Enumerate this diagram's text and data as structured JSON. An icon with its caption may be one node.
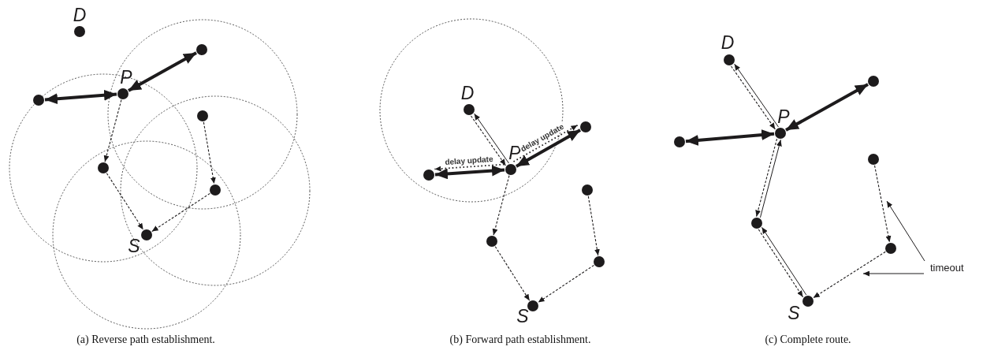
{
  "diagram": {
    "nodes": [
      {
        "text": [
          "D"
        ]
      },
      {
        "text": [],
        "shape": "circle"
      },
      {
        "text": [],
        "shape": "circle"
      },
      {
        "text": [
          "P"
        ]
      },
      {
        "text": [],
        "shape": "circle"
      },
      {
        "text": [],
        "shape": "circle"
      },
      {
        "text": [],
        "shape": "circle"
      },
      {
        "text": [
          "S"
        ]
      },
      {
        "text": [
          "D"
        ]
      },
      {
        "text": [],
        "shape": "circle"
      },
      {
        "text": [
          "P"
        ]
      },
      {
        "text": [],
        "shape": "circle"
      },
      {
        "text": [],
        "shape": "circle"
      },
      {
        "text": [],
        "shape": "circle"
      },
      {
        "text": [],
        "shape": "circle"
      },
      {
        "text": [
          "S"
        ]
      },
      {
        "text": [
          "D"
        ]
      },
      {
        "text": [],
        "shape": "circle"
      },
      {
        "text": [
          "P"
        ]
      },
      {
        "text": [],
        "shape": "circle"
      },
      {
        "text": [],
        "shape": "circle"
      },
      {
        "text": [],
        "shape": "circle"
      },
      {
        "text": [],
        "shape": "circle"
      },
      {
        "text": [
          "S"
        ]
      },
      {
        "text": [
          "timeout"
        ]
      }
    ],
    "edges": [
      {
        "from": 3,
        "to": 2,
        "arrow": "both",
        "style": "thick"
      },
      {
        "from": 3,
        "to": 1,
        "arrow": "both",
        "style": "thick"
      },
      {
        "from": 3,
        "to": 5,
        "arrow": "to",
        "style": "dashed"
      },
      {
        "from": 5,
        "to": 7,
        "arrow": "to",
        "style": "dashed"
      },
      {
        "from": 4,
        "to": 6,
        "arrow": "to",
        "style": "dashed"
      },
      {
        "from": 6,
        "to": 7,
        "arrow": "to",
        "style": "dashed"
      },
      {
        "from": 10,
        "to": 11,
        "arrow": "both",
        "style": "thick"
      },
      {
        "from": 10,
        "to": 11,
        "arrow": "to",
        "style": "dashed",
        "label": "delay update"
      },
      {
        "from": 10,
        "to": 9,
        "arrow": "both",
        "style": "thick"
      },
      {
        "from": 10,
        "to": 9,
        "arrow": "to",
        "style": "dashed",
        "label": "delay update"
      },
      {
        "from": 8,
        "to": 10,
        "arrow": "to",
        "style": "dashed"
      },
      {
        "from": 10,
        "to": 8,
        "arrow": "to"
      },
      {
        "from": 10,
        "to": 13,
        "arrow": "to",
        "style": "dashed"
      },
      {
        "from": 13,
        "to": 15,
        "arrow": "to",
        "style": "dashed"
      },
      {
        "from": 12,
        "to": 14,
        "arrow": "to",
        "style": "dashed"
      },
      {
        "from": 14,
        "to": 15,
        "arrow": "to",
        "style": "dashed"
      },
      {
        "from": 18,
        "to": 19,
        "arrow": "both",
        "style": "thick"
      },
      {
        "from": 18,
        "to": 17,
        "arrow": "both",
        "style": "thick"
      },
      {
        "from": 16,
        "to": 18,
        "arrow": "to",
        "style": "dashed"
      },
      {
        "from": 18,
        "to": 16,
        "arrow": "to"
      },
      {
        "from": 18,
        "to": 21,
        "arrow": "to",
        "style": "dashed"
      },
      {
        "from": 21,
        "to": 18,
        "arrow": "to"
      },
      {
        "from": 21,
        "to": 23,
        "arrow": "to",
        "style": "dashed"
      },
      {
        "from": 23,
        "to": 21,
        "arrow": "to"
      },
      {
        "from": 20,
        "to": 22,
        "arrow": "to",
        "style": "dashed"
      },
      {
        "from": 22,
        "to": 23,
        "arrow": "to",
        "style": "dashed"
      },
      {
        "from": 24,
        "to": null,
        "arrow": "to"
      },
      {
        "from": 24,
        "to": null,
        "arrow": "to"
      }
    ],
    "labels": [
      "(a) Reverse path establishment.",
      "(b) Forward path establishment.",
      "(c) Complete route."
    ]
  }
}
